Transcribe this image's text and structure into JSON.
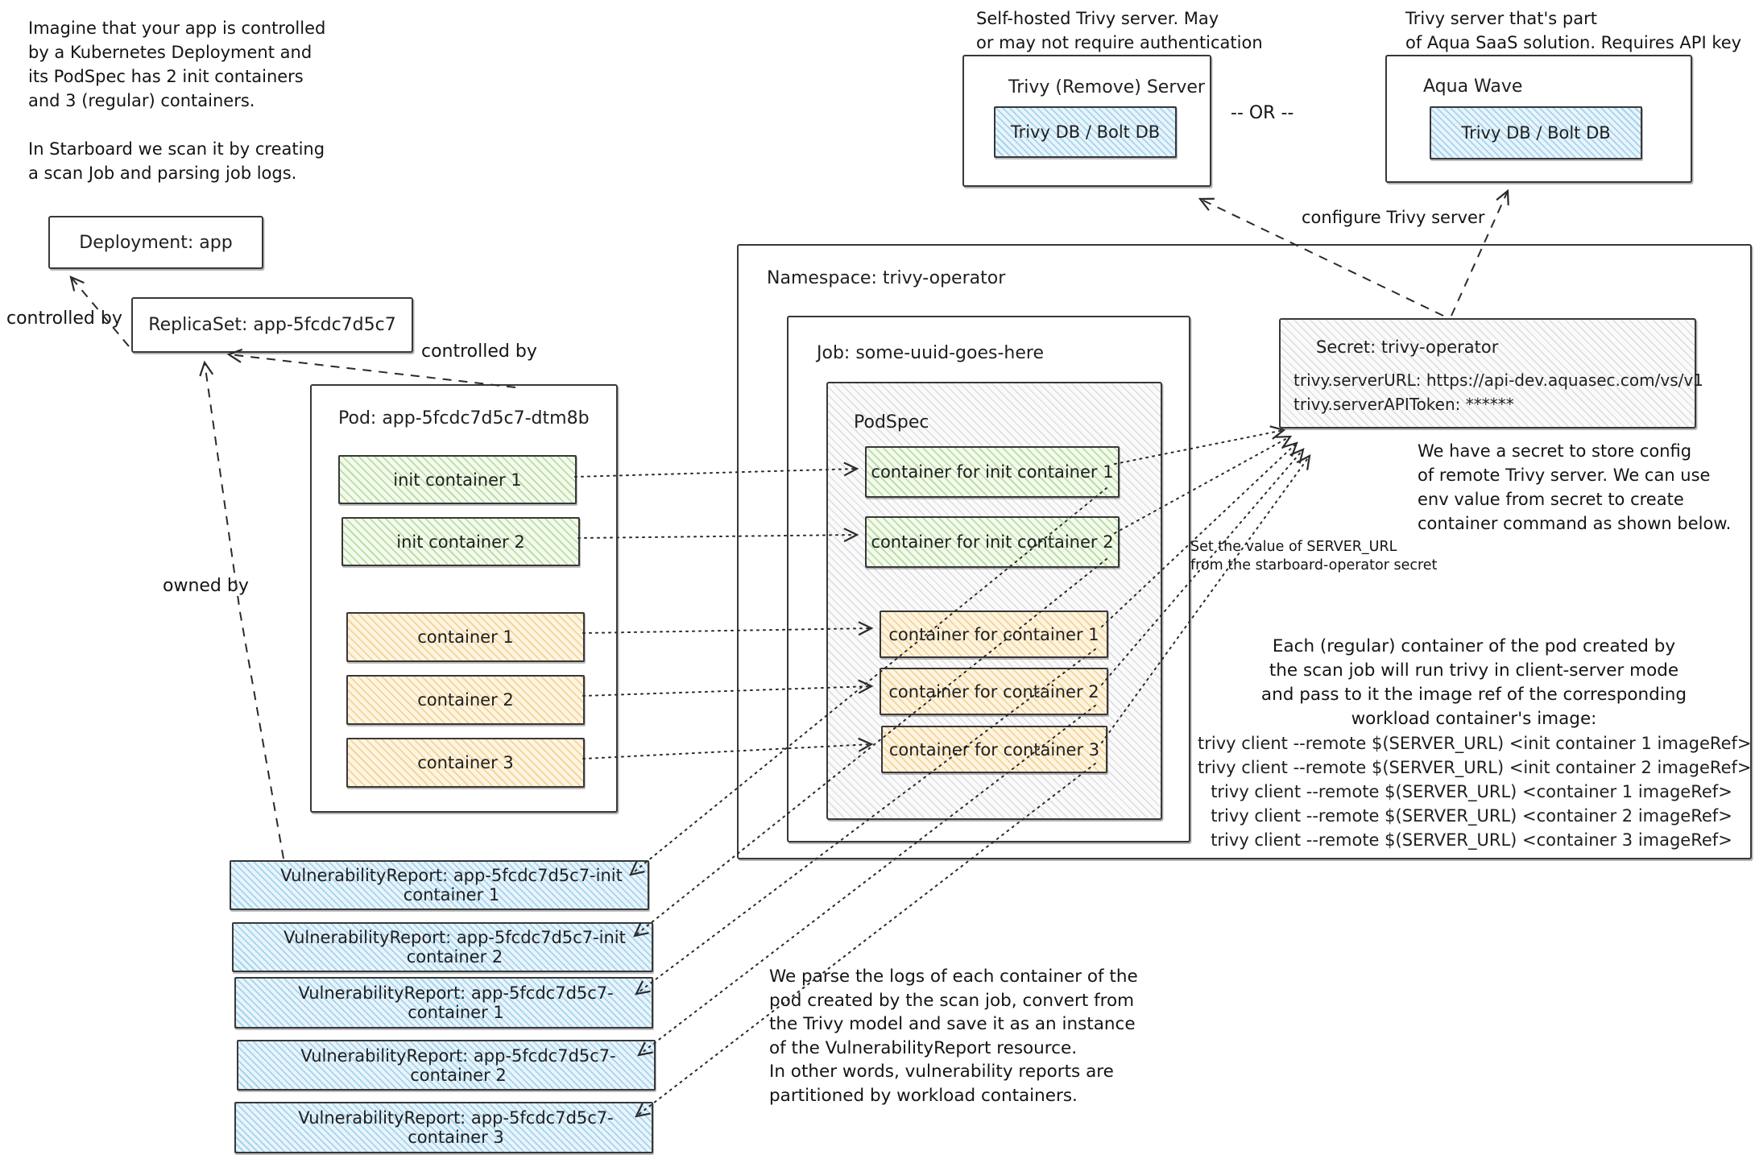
{
  "notes": {
    "intro": "Imagine that your app is controlled\nby a Kubernetes Deployment and\nits PodSpec has 2 init containers\nand 3 (regular) containers.\n\nIn Starboard we scan it by creating\na scan Job and parsing job logs.",
    "self_hosted": "Self-hosted Trivy server. May\nor may not require authentication",
    "aqua_saas": "Trivy server that's part\nof Aqua SaaS solution. Requires API key",
    "secret_usage": "We have a secret to store config\nof remote Trivy server. We can use\nenv value from secret to create\ncontainer command as shown below.",
    "server_url": "Set the value of SERVER_URL\nfrom the starboard-operator secret",
    "client_mode": "Each (regular) container of the pod created by\nthe scan job will run trivy in client-server mode\nand pass to it the image ref of the corresponding\nworkload container's image:",
    "parse_logs": "We parse the logs of each container of the\npod created by the scan job, convert from\nthe Trivy model and save it as an instance\nof the VulnerabilityReport resource.\nIn other words, vulnerability reports are\npartitioned by workload containers."
  },
  "labels": {
    "controlled_by_1": "controlled by",
    "controlled_by_2": "controlled by",
    "owned_by": "owned by",
    "or": "-- OR --",
    "configure": "configure Trivy server"
  },
  "boxes": {
    "trivy_server": {
      "title": "Trivy (Remove) Server",
      "db": "Trivy DB / Bolt DB"
    },
    "aqua_wave": {
      "title": "Aqua Wave",
      "db": "Trivy DB / Bolt DB"
    },
    "deployment": {
      "label": "Deployment: app"
    },
    "replicaset": {
      "label": "ReplicaSet: app-5fcdc7d5c7"
    },
    "pod": {
      "title": "Pod: app-5fcdc7d5c7-dtm8b",
      "init_containers": [
        "init container 1",
        "init container 2"
      ],
      "containers": [
        "container 1",
        "container 2",
        "container 3"
      ]
    },
    "namespace": {
      "title": "Namespace: trivy-operator"
    },
    "job": {
      "title": "Job: some-uuid-goes-here"
    },
    "podspec": {
      "title": "PodSpec",
      "init_containers": [
        "container for init container 1",
        "container for init container 2"
      ],
      "containers": [
        "container for container 1",
        "container for container 2",
        "container for container 3"
      ]
    },
    "secret": {
      "title": "Secret: trivy-operator",
      "lines": [
        "trivy.serverURL: https://api-dev.aquasec.com/vs/v1",
        "trivy.serverAPIToken: ******"
      ]
    }
  },
  "commands": [
    "trivy client --remote $(SERVER_URL) <init container 1 imageRef>",
    "trivy client --remote $(SERVER_URL) <init container 2 imageRef>",
    "trivy client --remote $(SERVER_URL) <container 1 imageRef>",
    "trivy client --remote $(SERVER_URL) <container 2 imageRef>",
    "trivy client --remote $(SERVER_URL) <container 3 imageRef>"
  ],
  "reports": [
    "VulnerabilityReport: app-5fcdc7d5c7-init container 1",
    "VulnerabilityReport: app-5fcdc7d5c7-init container 2",
    "VulnerabilityReport: app-5fcdc7d5c7-container 1",
    "VulnerabilityReport: app-5fcdc7d5c7-container 2",
    "VulnerabilityReport: app-5fcdc7d5c7-container 3"
  ],
  "colors": {
    "ink": "#1f1f1f",
    "green_hatch": "#8ec564",
    "orange_hatch": "#eeb95f",
    "blue_hatch": "#78bee6",
    "grey_hatch": "#82828f"
  }
}
